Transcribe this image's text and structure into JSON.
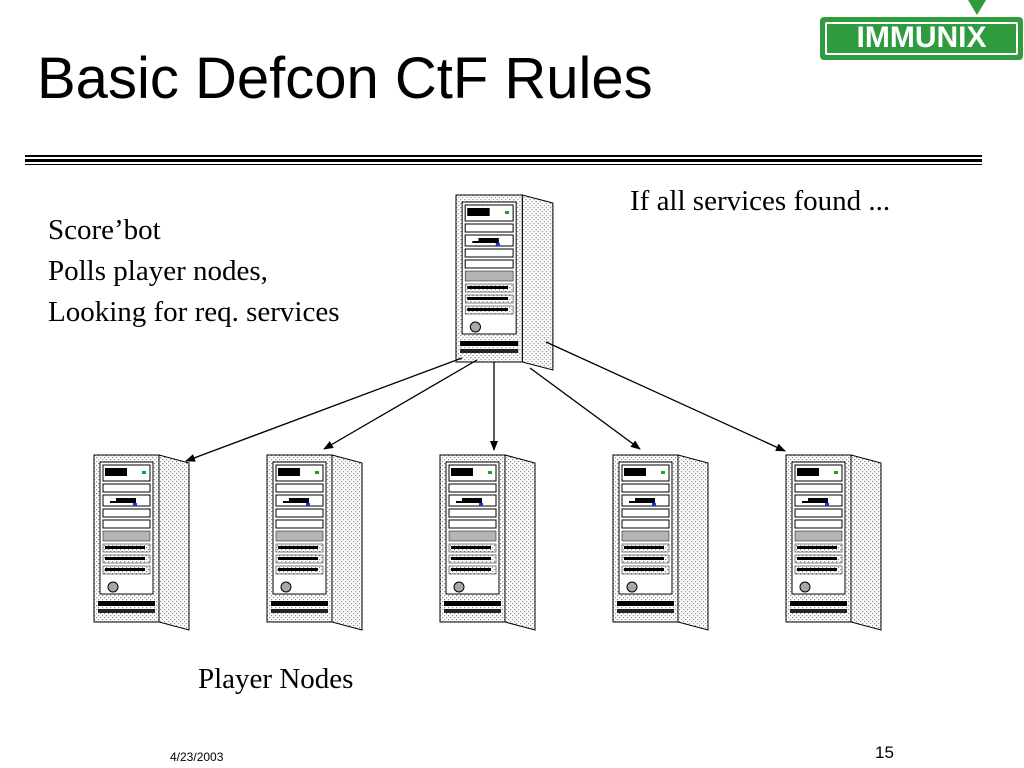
{
  "slide": {
    "title": "Basic Defcon CtF Rules",
    "logo_text": "IMMUNIX",
    "scorebot_lines": [
      "Score’bot",
      "Polls player nodes,",
      "Looking for req. services"
    ],
    "services_found": "If all services found ...",
    "player_nodes_label": "Player Nodes",
    "footer_date": "4/23/2003",
    "page_number": "15"
  },
  "colors": {
    "logo_green": "#2e9b3e",
    "background": "#ffffff",
    "ink": "#000000"
  },
  "diagram": {
    "nodes": [
      {
        "id": "scorebot",
        "role": "server",
        "icon": "server-tower-icon"
      },
      {
        "id": "player-1",
        "role": "player",
        "icon": "server-tower-icon"
      },
      {
        "id": "player-2",
        "role": "player",
        "icon": "server-tower-icon"
      },
      {
        "id": "player-3",
        "role": "player",
        "icon": "server-tower-icon"
      },
      {
        "id": "player-4",
        "role": "player",
        "icon": "server-tower-icon"
      },
      {
        "id": "player-5",
        "role": "player",
        "icon": "server-tower-icon"
      }
    ],
    "edges": [
      {
        "from": "scorebot",
        "to": "player-1"
      },
      {
        "from": "scorebot",
        "to": "player-2"
      },
      {
        "from": "scorebot",
        "to": "player-3"
      },
      {
        "from": "scorebot",
        "to": "player-4"
      },
      {
        "from": "scorebot",
        "to": "player-5"
      }
    ]
  }
}
